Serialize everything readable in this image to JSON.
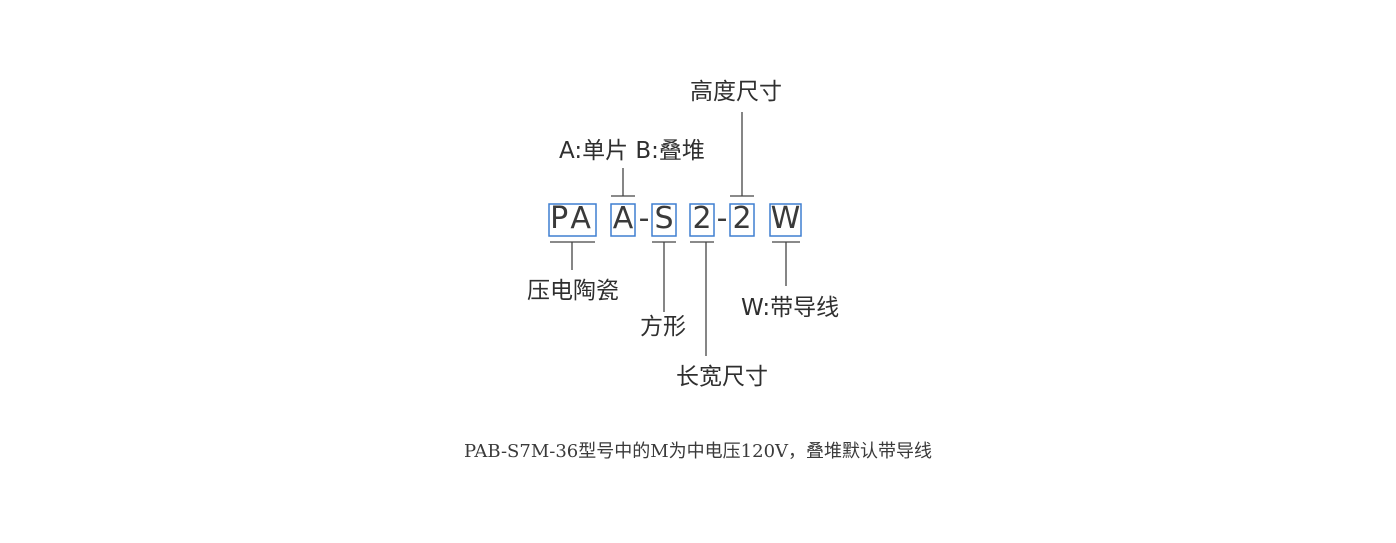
{
  "diagram": {
    "code_segments": {
      "pa": "PA",
      "a": "A",
      "dash1": "-",
      "s": "S",
      "two_a": "2",
      "dash2": "-",
      "two_b": "2",
      "w": "W"
    },
    "labels": {
      "height_size": "高度尺寸",
      "type": "A:单片 B:叠堆",
      "piezo_ceramic": "压电陶瓷",
      "square": "方形",
      "length_width_size": "长宽尺寸",
      "with_lead": "W:带导线"
    },
    "caption": "PAB-S7M-36型号中的M为中电压120V，叠堆默认带导线",
    "colors": {
      "box_border": "#3f7fd1",
      "leader_line": "#444444",
      "text": "#333333"
    }
  }
}
